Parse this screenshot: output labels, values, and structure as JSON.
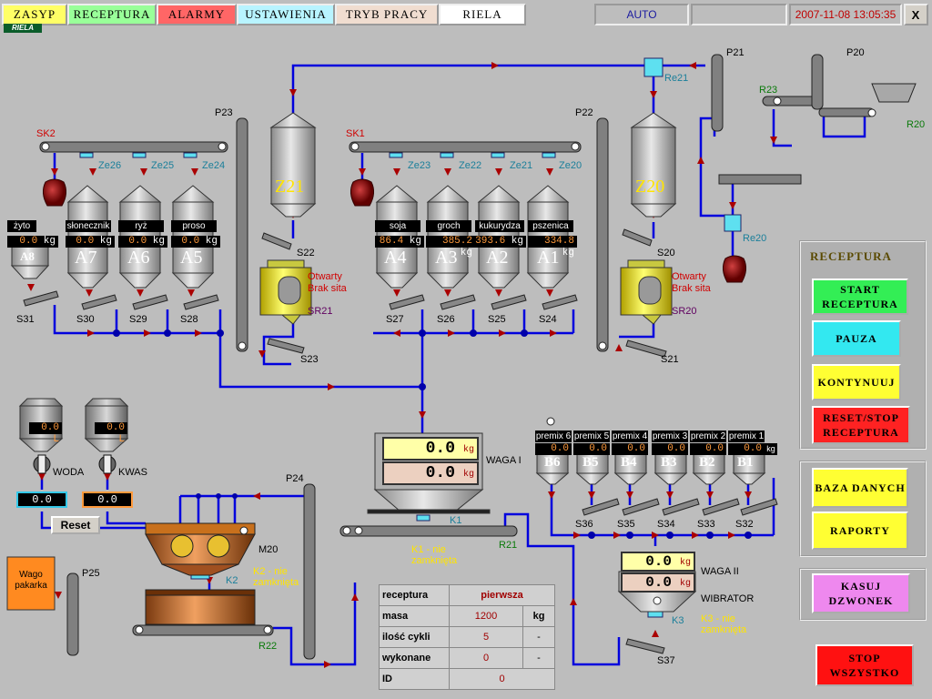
{
  "top_tabs": [
    {
      "label": "ZASYP",
      "bg": "#ffff66"
    },
    {
      "label": "RECEPTURA",
      "bg": "#99ff99"
    },
    {
      "label": "ALARMY",
      "bg": "#ff6666"
    },
    {
      "label": "USTAWIENIA",
      "bg": "#b8f4ff"
    },
    {
      "label": "TRYB PRACY",
      "bg": "#f0ddd0"
    },
    {
      "label": "RIELA",
      "bg": "#ffffff"
    }
  ],
  "logo_text": "RIELA",
  "mode": "AUTO",
  "status_empty": "",
  "datetime": "2007-11-08 13:05:35",
  "close_label": "X",
  "silos_a": [
    {
      "name": "A8",
      "product": "żyto",
      "value": "0.0",
      "unit": "kg"
    },
    {
      "name": "A7",
      "product": "słonecznik",
      "value": "0.0",
      "unit": "kg"
    },
    {
      "name": "A6",
      "product": "ryż",
      "value": "0.0",
      "unit": "kg"
    },
    {
      "name": "A5",
      "product": "proso",
      "value": "0.0",
      "unit": "kg"
    },
    {
      "name": "A4",
      "product": "soja",
      "value": "86.4",
      "unit": "kg"
    },
    {
      "name": "A3",
      "product": "groch",
      "value": "385.2",
      "unit": "kg"
    },
    {
      "name": "A2",
      "product": "kukurydza",
      "value": "393.6",
      "unit": "kg"
    },
    {
      "name": "A1",
      "product": "pszenica",
      "value": "334.8",
      "unit": "kg"
    }
  ],
  "z_silos": [
    "Z21",
    "Z20"
  ],
  "valve_labels": {
    "ze26": "Ze26",
    "ze25": "Ze25",
    "ze24": "Ze24",
    "ze23": "Ze23",
    "ze22": "Ze22",
    "ze21": "Ze21",
    "ze20": "Ze20"
  },
  "conveyor_labels": {
    "sk2": "SK2",
    "sk1": "SK1",
    "p23": "P23",
    "p22": "P22",
    "p21": "P21",
    "p20": "P20",
    "p24": "P24",
    "p25": "P25",
    "r23": "R23",
    "r20": "R20",
    "r21": "R21",
    "r22": "R22",
    "re21": "Re21",
    "re20": "Re20"
  },
  "screw_labels": {
    "s31": "S31",
    "s30": "S30",
    "s29": "S29",
    "s28": "S28",
    "s27": "S27",
    "s26": "S26",
    "s25": "S25",
    "s24": "S24",
    "s22": "S22",
    "s23": "S23",
    "s20": "S20",
    "s21": "S21",
    "s36": "S36",
    "s35": "S35",
    "s34": "S34",
    "s33": "S33",
    "s32": "S32",
    "s37": "S37"
  },
  "sieves": [
    {
      "name": "SR21",
      "status1": "Otwarty",
      "status2": "Brak sita"
    },
    {
      "name": "SR20",
      "status1": "Otwarty",
      "status2": "Brak sita"
    }
  ],
  "tanks": [
    {
      "value": "0.0",
      "unit": "L",
      "label": "WODA",
      "setpoint": "0.0"
    },
    {
      "value": "0.0",
      "unit": "L",
      "label": "KWAS",
      "setpoint": "0.0"
    }
  ],
  "reset_label": "Reset",
  "mixer": {
    "name": "M20",
    "k2": "K2",
    "k2_status1": "K2 - nie",
    "k2_status2": "zamknięta"
  },
  "waga1": {
    "label": "WAGA I",
    "value1": "0.0",
    "value2": "0.0",
    "unit": "kg",
    "k1": "K1",
    "k1_status1": "K1 - nie",
    "k1_status2": "zamknięta"
  },
  "waga2": {
    "label": "WAGA II",
    "value1": "0.0",
    "value2": "0.0",
    "unit": "kg",
    "vibrator": "WIBRATOR",
    "k3": "K3",
    "k3_status1": "K3 - nie",
    "k3_status2": "zamknięta"
  },
  "premix": [
    {
      "name": "B6",
      "product": "premix 6",
      "value": "0.0",
      "unit": "kg"
    },
    {
      "name": "B5",
      "product": "premix 5",
      "value": "0.0",
      "unit": "kg"
    },
    {
      "name": "B4",
      "product": "premix 4",
      "value": "0.0",
      "unit": "kg"
    },
    {
      "name": "B3",
      "product": "premix 3",
      "value": "0.0",
      "unit": "kg"
    },
    {
      "name": "B2",
      "product": "premix 2",
      "value": "0.0",
      "unit": "kg"
    },
    {
      "name": "B1",
      "product": "premix 1",
      "value": "0.0",
      "unit": "kg"
    }
  ],
  "packer_label1": "Wago",
  "packer_label2": "pakarka",
  "recipe_table": {
    "rows": [
      {
        "k": "receptura",
        "v": "pierwsza",
        "u": ""
      },
      {
        "k": "masa",
        "v": "1200",
        "u": "kg"
      },
      {
        "k": "ilość cykli",
        "v": "5",
        "u": "-"
      },
      {
        "k": "wykonane",
        "v": "0",
        "u": "-"
      },
      {
        "k": "ID",
        "v": "0",
        "u": ""
      }
    ]
  },
  "panel": {
    "title": "RECEPTURA",
    "start": "START RECEPTURA",
    "pause": "PAUZA",
    "continue": "KONTYNUUJ",
    "reset_stop": "RESET/STOP RECEPTURA",
    "db": "BAZA DANYCH",
    "reports": "RAPORTY",
    "bell": "KASUJ DZWONEK",
    "stop_all": "STOP WSZYSTKO"
  },
  "colors": {
    "pipe": "#0000dd",
    "arrow": "#aa0000",
    "silo": "#c8c8c8",
    "sieve": "#ffff33",
    "mixer": "#d88a3c",
    "active": "#ff9a3c"
  }
}
